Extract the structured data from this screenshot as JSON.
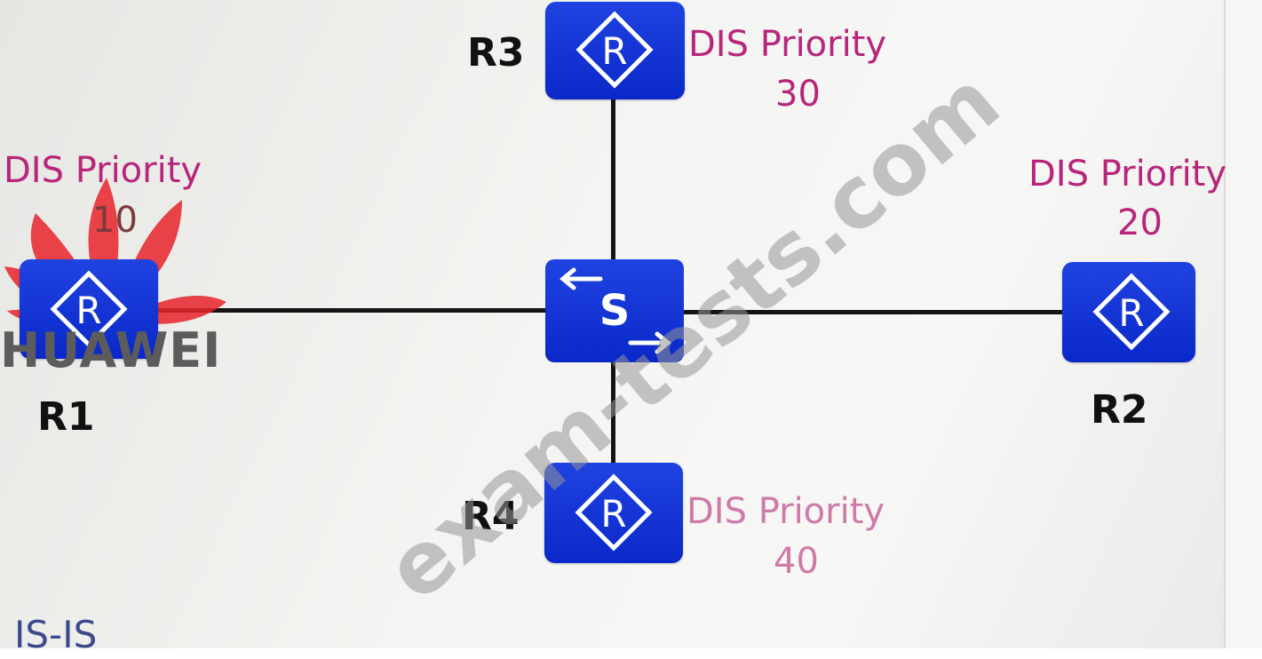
{
  "diagram": {
    "title": "IS-IS",
    "center_switch": {
      "label": "S"
    },
    "routers": [
      {
        "id": "r1",
        "name": "R1",
        "dis_label": "DIS Priority",
        "priority": "10"
      },
      {
        "id": "r2",
        "name": "R2",
        "dis_label": "DIS Priority",
        "priority": "20"
      },
      {
        "id": "r3",
        "name": "R3",
        "dis_label": "DIS Priority",
        "priority": "30"
      },
      {
        "id": "r4",
        "name": "R4",
        "dis_label": "DIS Priority",
        "priority": "40"
      }
    ],
    "router_icon_letter": "R",
    "links": [
      "R1-S",
      "S-R2",
      "R3-S",
      "S-R4"
    ]
  },
  "logo": {
    "text": "HUAWEI"
  },
  "watermark": {
    "text": "exam-tests.com"
  },
  "colors": {
    "device_blue": "#0a28c9",
    "priority_text": "#b7267a",
    "link_line": "#141414",
    "logo_red": "#e8242c"
  }
}
